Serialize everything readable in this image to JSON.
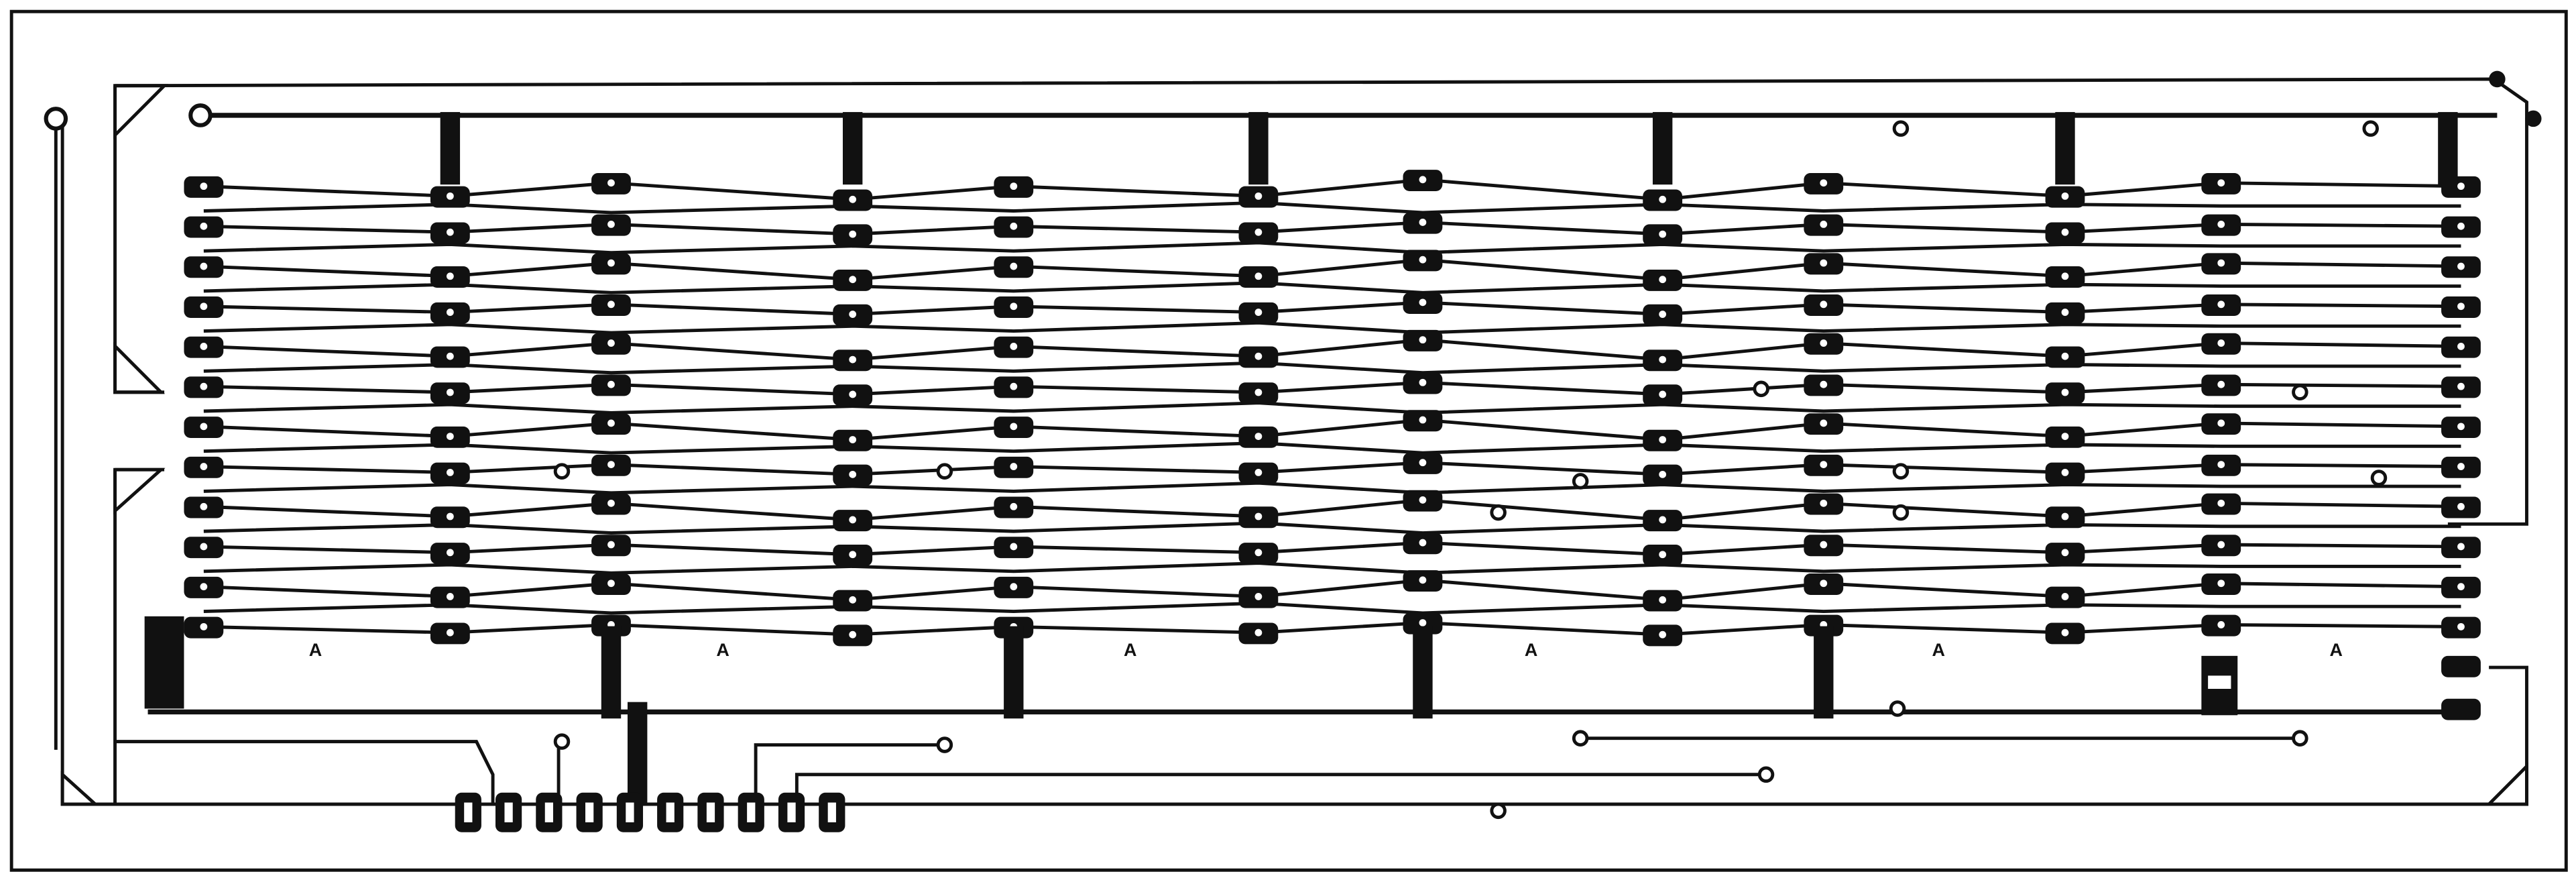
{
  "diagram": {
    "colors": {
      "paper": "#ffffff",
      "ink": "#111111"
    },
    "pad_rows": 12,
    "connector_pins": 10,
    "section_labels": [
      "A",
      "A",
      "A",
      "A",
      "A",
      "A"
    ]
  }
}
